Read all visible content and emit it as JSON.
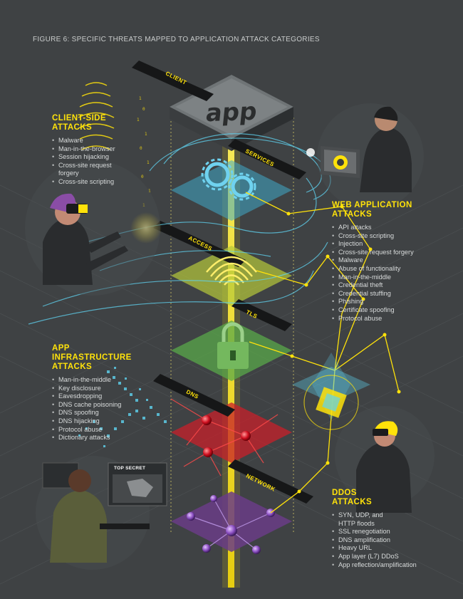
{
  "figure_title": "FIGURE 6: SPECIFIC THREATS MAPPED TO APPLICATION ATTACK CATEGORIES",
  "app_label": "app",
  "layers": {
    "client": "CLIENT",
    "services": "SERVICES",
    "access": "ACCESS",
    "tls": "TLS",
    "dns": "DNS",
    "network": "NETWORK"
  },
  "monitor_sign": "TOP SECRET",
  "categories": {
    "client_side": {
      "title_line1": "CLIENT-SIDE",
      "title_line2": "ATTACKS",
      "items": [
        "Malware",
        "Man-in-the-browser",
        "Session hijacking",
        "Cross-site request forgery",
        "Cross-site scripting"
      ]
    },
    "web_app": {
      "title_line1": "WEB APPLICATION",
      "title_line2": "ATTACKS",
      "items": [
        "API attacks",
        "Cross-site scripting",
        "Injection",
        "Cross-site request forgery",
        "Malware",
        "Abuse of functionality",
        "Man-in-the-middle",
        "Credential theft",
        "Credential stuffing",
        "Phishing",
        "Certificate spoofing",
        "Protocol abuse"
      ]
    },
    "app_infra": {
      "title_line1": "APP",
      "title_line2": "INFRASTRUCTURE",
      "title_line3": "ATTACKS",
      "items": [
        "Man-in-the-middle",
        "Key disclosure",
        "Eavesdropping",
        "DNS cache poisoning",
        "DNS spoofing",
        "DNS hijacking",
        "Protocol abuse",
        "Dictionary attacks"
      ]
    },
    "ddos": {
      "title_line1": "DDoS",
      "title_line2": "ATTACKS",
      "items": [
        "SYN, UDP, and HTTP floods",
        "SSL renegotiation",
        "DNS amplification",
        "Heavy URL",
        "App layer (L7) DDoS",
        "App reflection/amplification"
      ]
    }
  },
  "colors": {
    "background": "#3f4244",
    "accent_yellow": "#ffe20a",
    "beam_cyan": "#5fd3f0",
    "services_layer": "#3fa9c8",
    "access_layer": "#b7c93a",
    "tls_layer": "#5aa84a",
    "dns_layer": "#c8202a",
    "network_layer": "#6a3c86"
  }
}
